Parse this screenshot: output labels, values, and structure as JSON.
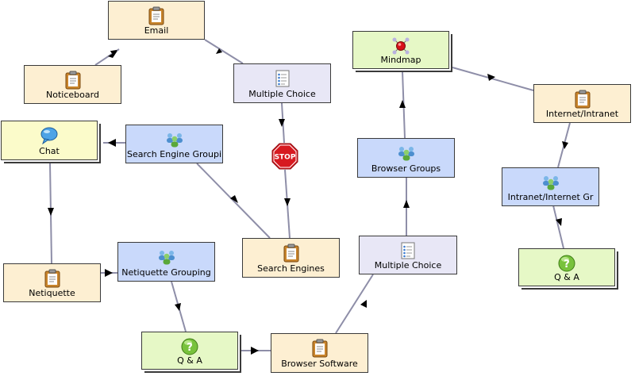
{
  "nodes": {
    "email": "Email",
    "noticeboard": "Noticeboard",
    "multiple_choice_1": "Multiple Choice",
    "chat": "Chat",
    "search_engine_grouping": "Search Engine Groupi",
    "stop": "STOP",
    "search_engines": "Search Engines",
    "netiquette": "Netiquette",
    "netiquette_grouping": "Netiquette Grouping",
    "qa_1": "Q & A",
    "browser_software": "Browser Software",
    "multiple_choice_2": "Multiple Choice",
    "browser_groups": "Browser Groups",
    "mindmap": "Mindmap",
    "internet_intranet": "Internet/Intranet",
    "intranet_internet_grouping": "Intranet/Internet Gr",
    "qa_2": "Q & A"
  },
  "colors": {
    "tool": "#fdefd2",
    "group": "#c9d9fb",
    "gate": "#e8e7f6",
    "chat": "#fbfbca",
    "green": "#e6f8c6",
    "edge": "#8e8ea8"
  }
}
